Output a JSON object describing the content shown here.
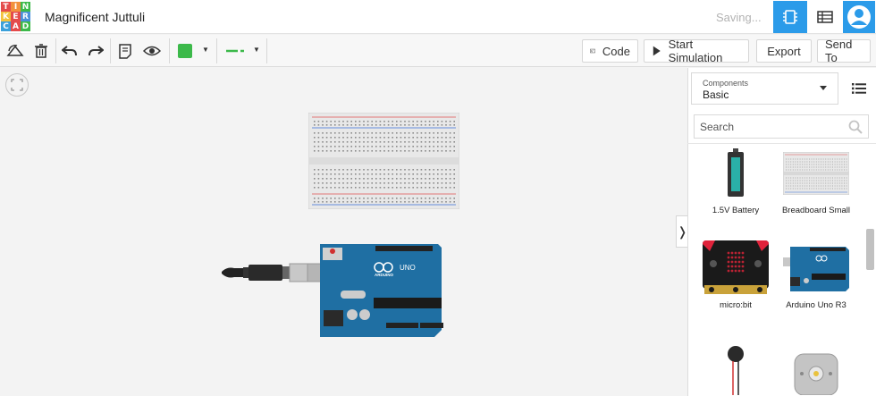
{
  "app": {
    "logo_letters": [
      "T",
      "I",
      "N",
      "K",
      "E",
      "R",
      "C",
      "A",
      "D"
    ],
    "logo_colors": [
      "#e44b4b",
      "#f2913d",
      "#3cb94a",
      "#f2c23d",
      "#e44b4b",
      "#4a90d9",
      "#3aa0da",
      "#e44b4b",
      "#3cb94a"
    ],
    "project_title": "Magnificent Juttuli",
    "status": "Saving..."
  },
  "toolbar": {
    "code_label": "Code",
    "start_simulation_label": "Start Simulation",
    "export_label": "Export",
    "send_to_label": "Send To",
    "wire_color": "#3cb94a"
  },
  "panel": {
    "components_caption": "Components",
    "components_value": "Basic",
    "search_placeholder": "Search",
    "items": [
      {
        "label": "1.5V Battery",
        "icon": "battery-icon"
      },
      {
        "label": "Breadboard Small",
        "icon": "breadboard-icon"
      },
      {
        "label": "micro:bit",
        "icon": "microbit-icon"
      },
      {
        "label": "Arduino Uno R3",
        "icon": "arduino-icon"
      },
      {
        "label": "",
        "icon": "vibration-motor-icon"
      },
      {
        "label": "",
        "icon": "dc-motor-icon"
      }
    ]
  },
  "canvas": {
    "arduino_label": "UNO",
    "arduino_brand": "ARDUINO"
  },
  "colors": {
    "accent": "#2b9be9",
    "arduino_blue": "#1f6fa3"
  }
}
